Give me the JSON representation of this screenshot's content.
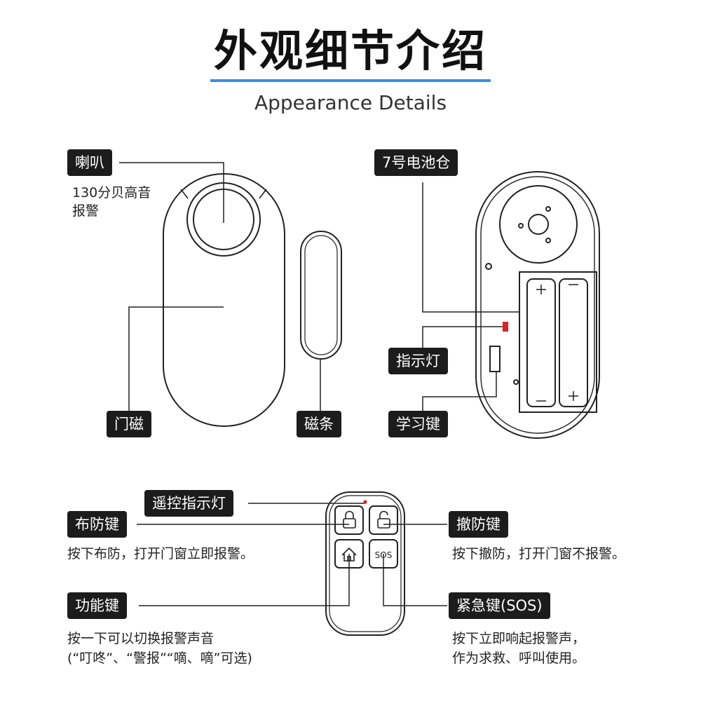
{
  "header": {
    "title": "外观细节介绍",
    "subtitle": "Appearance Details"
  },
  "labels": {
    "speaker": "喇叭",
    "speaker_note_line1": "130分贝高音",
    "speaker_note_line2": "报警",
    "door_magnet": "门磁",
    "magnet_strip": "磁条",
    "battery_compartment": "7号电池仓",
    "indicator_light": "指示灯",
    "learn_key": "学习键",
    "remote_indicator": "遥控指示灯",
    "arm_key": "布防键",
    "arm_note": "按下布防，打开门窗立即报警。",
    "disarm_key": "撤防键",
    "disarm_note": "按下撤防，打开门窗不报警。",
    "function_key": "功能键",
    "function_note_line1": "按一下可以切换报警声音",
    "function_note_line2": "(“叮咚”、“警报”“嘀、嘀”可选)",
    "sos_key": "紧急键(SOS)",
    "sos_note_line1": "按下立即响起报警声，",
    "sos_note_line2": "作为求救、呼叫使用。",
    "sos_button_text": "SOS"
  },
  "colors": {
    "accent_underline": "#3a8ee6",
    "indicator_red": "#e02020",
    "tag_background": "#1c1c1c"
  }
}
